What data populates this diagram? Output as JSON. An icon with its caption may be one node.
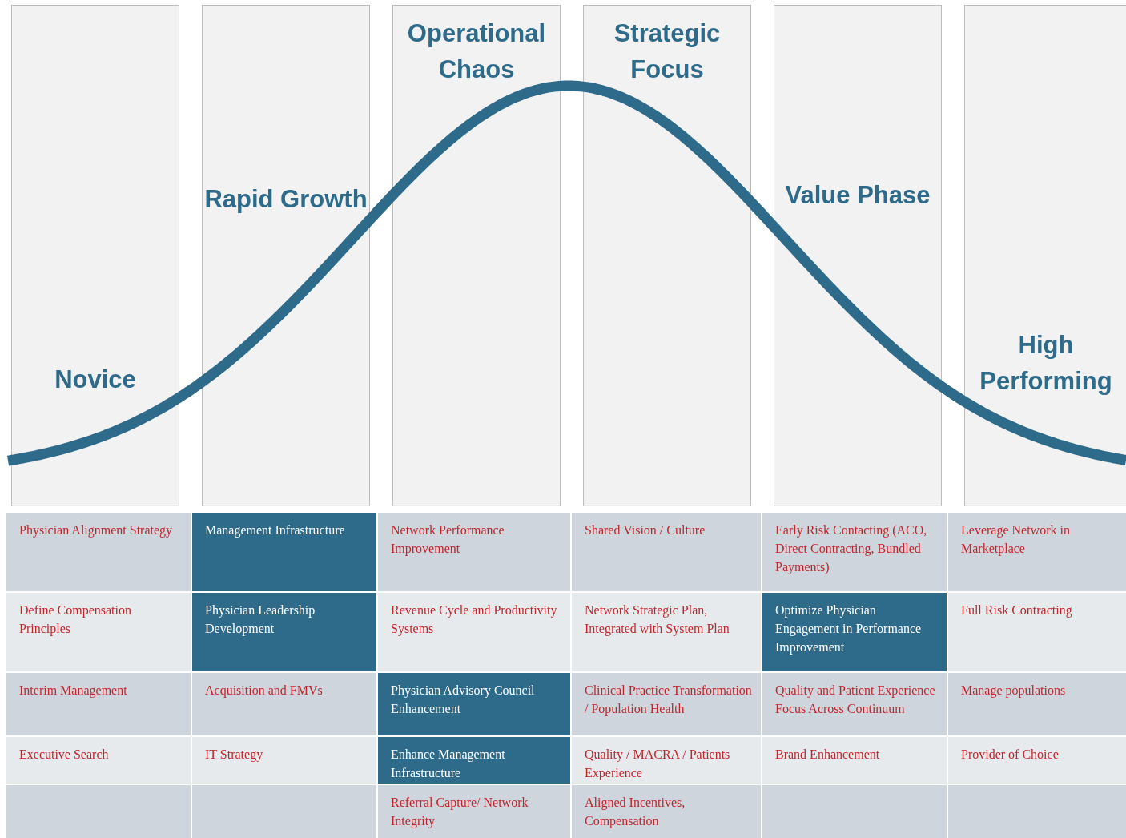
{
  "diagram": {
    "nodes": [
      {
        "text": [
          "Novice"
        ]
      },
      {
        "text": [
          "Rapid Growth"
        ]
      },
      {
        "text": [
          "Operational Chaos"
        ]
      },
      {
        "text": [
          "Strategic Focus"
        ]
      },
      {
        "text": [
          "Value Phase"
        ]
      },
      {
        "text": [
          "High Performing"
        ]
      }
    ],
    "labels": [
      "Physician Alignment Strategy",
      "Management Infrastructure",
      "Network Performance Improvement",
      "Shared Vision / Culture",
      "Early Risk Contacting (ACO, Direct Contracting, Bundled Payments)",
      "Leverage Network in Marketplace",
      "Define Compensation Principles",
      "Physician Leadership Development",
      "Revenue Cycle  and Productivity Systems",
      "Network Strategic Plan, Integrated with System Plan",
      "Optimize Physician Engagement in Performance Improvement",
      "Full Risk Contracting",
      "Interim Management",
      "Acquisition and FMVs",
      "Physician Advisory Council Enhancement",
      "Clinical Practice Transformation / Population Health",
      "Quality and Patient Experience Focus Across Continuum",
      "Manage populations",
      "Executive Search",
      "IT  Strategy",
      "Enhance Management Infrastructure",
      "Quality / MACRA  / Patients Experience",
      "Brand Enhancement",
      "Provider of Choice",
      "Referral Capture/ Network Integrity",
      "Aligned Incentives, Compensation"
    ]
  }
}
